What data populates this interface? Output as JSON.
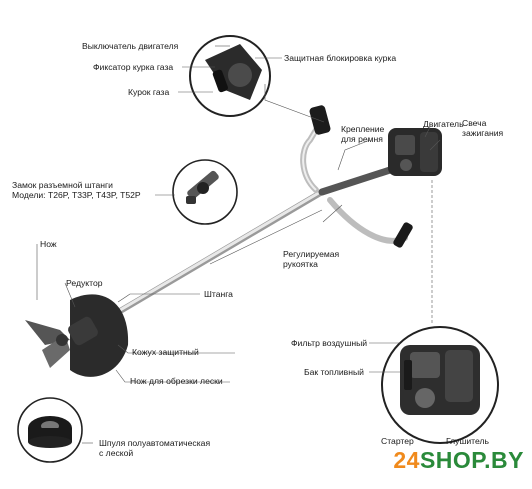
{
  "labels": {
    "engine_switch": "Выключатель двигателя",
    "throttle_lock": "Фиксатор курка газа",
    "throttle_trigger": "Курок газа",
    "safety_lock": "Защитная блокировка курка",
    "engine": "Двигатель",
    "strap_mount": "Крепление\nдля ремня",
    "spark_plug": "Свеча\nзажигания",
    "shaft_lock": "Замок разъемной штанги\nМодели: T26P, T33P, T43P, T52P",
    "adjustable_handle": "Регулируемая\nрукоятка",
    "blade": "Нож",
    "gearbox": "Редуктор",
    "shaft": "Штанга",
    "guard": "Кожух защитный",
    "line_cutter": "Нож для обрезки лески",
    "spool": "Шпуля полуавтоматическая\nс леской",
    "air_filter": "Фильтр воздушный",
    "fuel_tank": "Бак топливный",
    "starter": "Стартер",
    "muffler": "Глушитель"
  },
  "brand": {
    "number": "24",
    "name": "SHOP.BY",
    "number_color": "#f08a1c",
    "name_color": "#2a8a3a"
  }
}
